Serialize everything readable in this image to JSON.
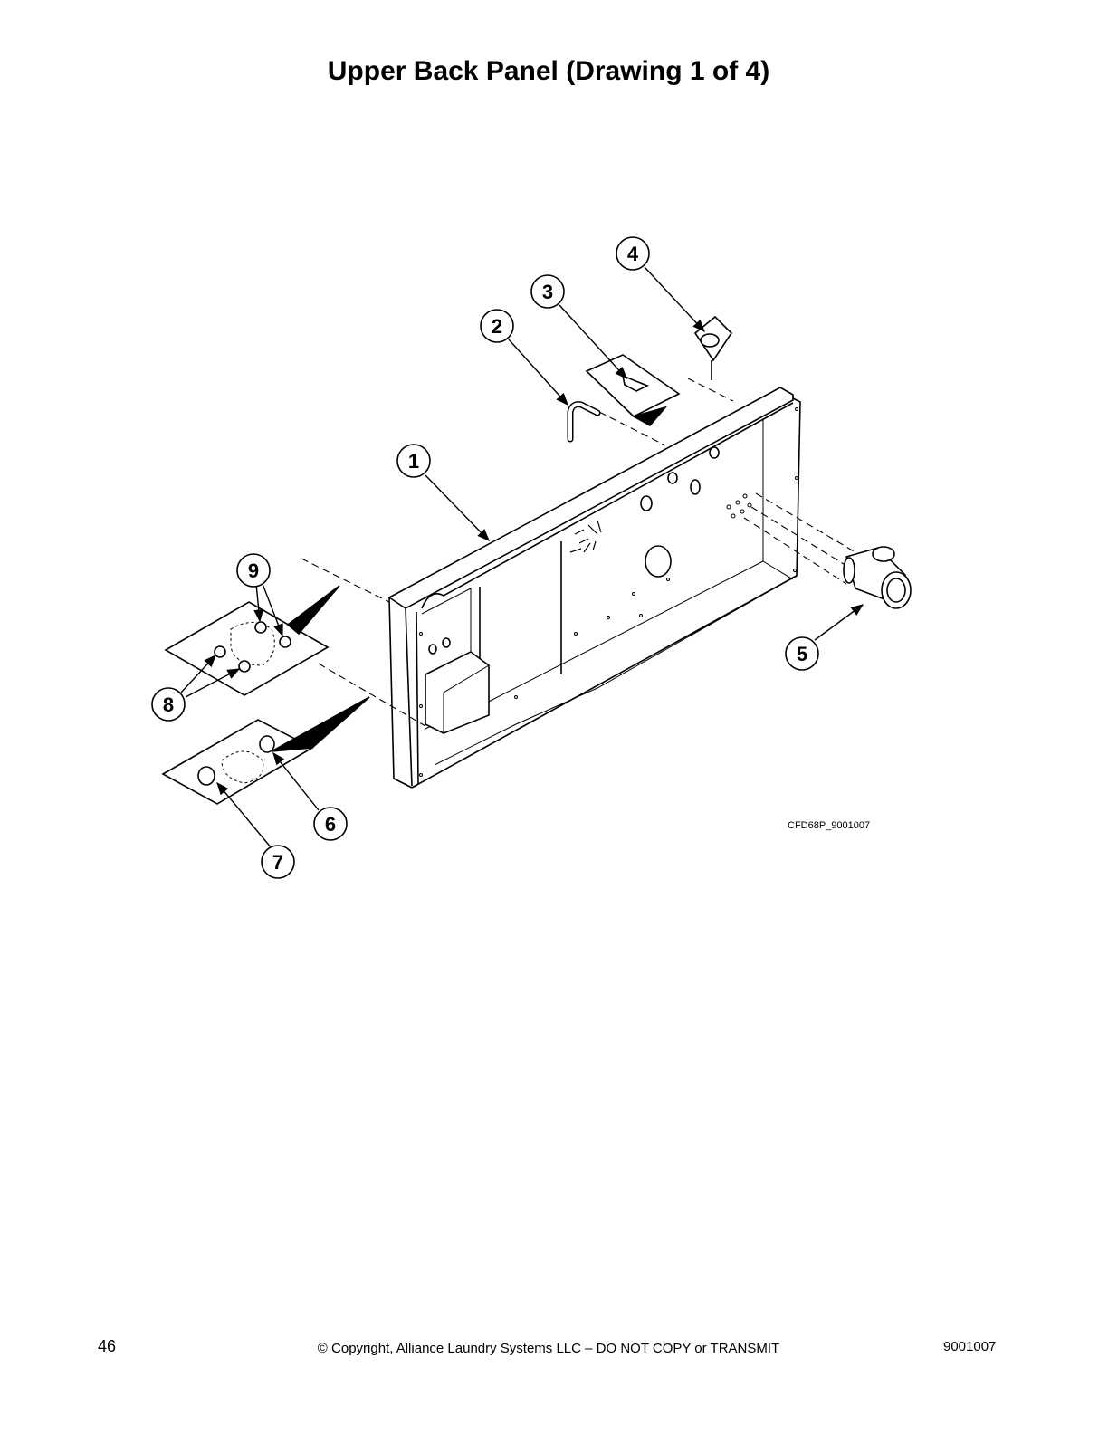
{
  "title": "Upper Back Panel (Drawing 1 of 4)",
  "drawing": {
    "id_label": "CFD68P_9001007",
    "callouts": [
      "1",
      "2",
      "3",
      "4",
      "5",
      "6",
      "7",
      "8",
      "9"
    ]
  },
  "footer": {
    "page_number": "46",
    "copyright": "© Copyright, Alliance Laundry Systems LLC – DO NOT COPY or TRANSMIT",
    "document_number": "9001007"
  }
}
